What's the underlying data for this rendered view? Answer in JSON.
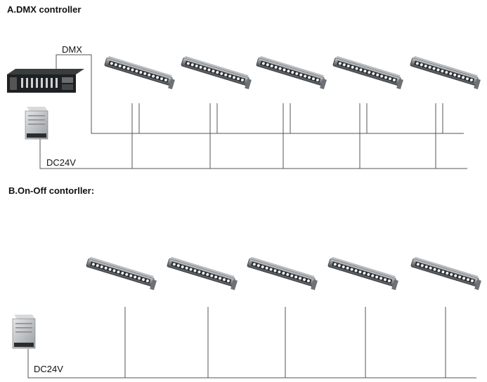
{
  "section_a": {
    "title": "A.DMX controller",
    "dmx_label": "DMX",
    "power_label": "DC24V",
    "fixture_count": 5
  },
  "section_b": {
    "title": "B.On-Off contorller:",
    "power_label": "DC24V",
    "fixture_count": 5
  },
  "colors": {
    "wire": "#555555",
    "fixture_body": "#8a8e92",
    "fixture_dark": "#2a2d30",
    "led": "#f2f2f2"
  }
}
